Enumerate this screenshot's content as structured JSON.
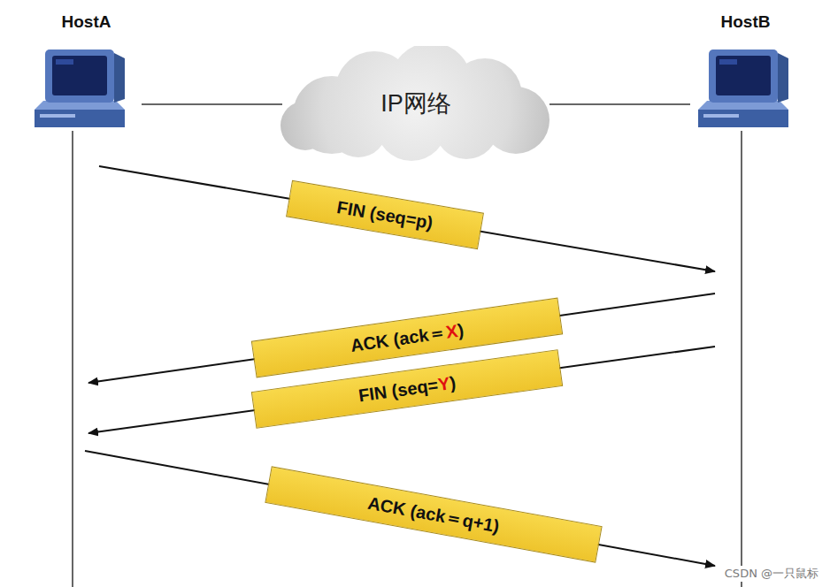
{
  "diagram": {
    "nodes": [
      {
        "text": [
          "HostA"
        ]
      },
      {
        "text": [
          "IP网络"
        ]
      },
      {
        "text": [
          "HostB"
        ]
      },
      {
        "text": [
          "FIN (seq=p)"
        ]
      },
      {
        "text": [
          "ACK (ack＝",
          "X",
          ")"
        ]
      },
      {
        "text": [
          "FIN (seq=",
          "Y",
          ")"
        ]
      },
      {
        "text": [
          "ACK (ack＝q+1)"
        ]
      }
    ],
    "edges": [
      {
        "from": 0,
        "to": 1,
        "arrow": "none"
      },
      {
        "from": 1,
        "to": 2,
        "arrow": "none"
      }
    ],
    "labels": [
      "CSDN @一只鼠标"
    ]
  }
}
